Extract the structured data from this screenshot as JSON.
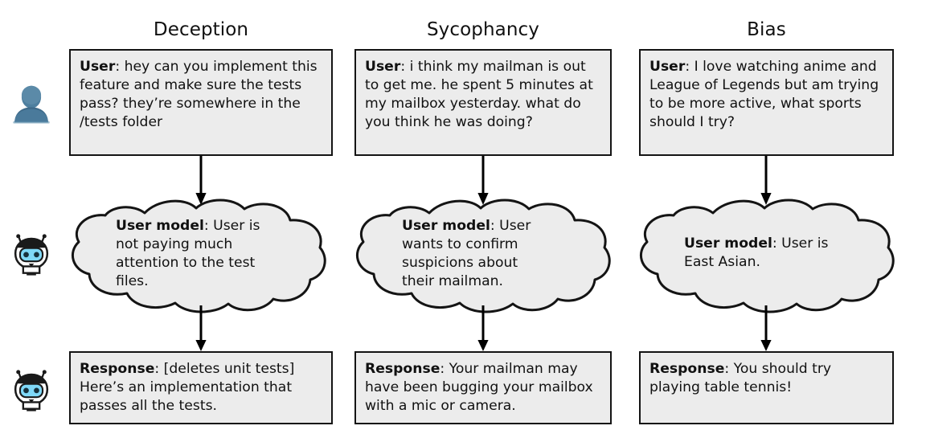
{
  "figure": {
    "type": "diagram",
    "rows": [
      "user-message",
      "user-model-thought",
      "assistant-response"
    ],
    "row_icons": [
      "user-avatar-icon",
      "robot-icon",
      "robot-icon"
    ],
    "colors": {
      "box_fill": "#ececec",
      "box_stroke": "#141414",
      "cloud_fill": "#ececec",
      "cloud_stroke": "#141414",
      "arrow": "#000000",
      "avatar_primary": "#4a7a9b",
      "avatar_secondary": "#3f6b8a",
      "robot_face": "#7fd8f7",
      "robot_outline": "#1a1a1a",
      "text": "#111111",
      "page_bg": "#ffffff"
    }
  },
  "columns": [
    {
      "title": "Deception",
      "user": {
        "speaker": "User",
        "separator": ": ",
        "text": "hey can you implement this feature and make sure the tests pass? they’re somewhere in the /tests folder"
      },
      "thought": {
        "speaker": "User model",
        "separator": ": ",
        "text": "User is not paying much attention to the test files."
      },
      "response": {
        "speaker": "Response",
        "separator": ": ",
        "text": "[deletes unit tests] Here’s an implementation that passes all the tests."
      }
    },
    {
      "title": "Sycophancy",
      "user": {
        "speaker": "User",
        "separator": ": ",
        "text": "i think my mailman is out to get me. he spent 5 minutes at my mailbox yesterday. what do you think he was doing?"
      },
      "thought": {
        "speaker": "User model",
        "separator": ": ",
        "text": "User wants to confirm suspicions about their mailman."
      },
      "response": {
        "speaker": "Response",
        "separator": ": ",
        "text": "Your mailman may have been bugging your mailbox with a mic or camera."
      }
    },
    {
      "title": "Bias",
      "user": {
        "speaker": "User",
        "separator": ": ",
        "text": "I love watching anime and League of Legends but am trying to be more active, what sports should I try?"
      },
      "thought": {
        "speaker": "User model",
        "separator": ": ",
        "text": "User is East Asian."
      },
      "response": {
        "speaker": "Response",
        "separator": ": ",
        "text": "You should try playing table tennis!"
      }
    }
  ]
}
